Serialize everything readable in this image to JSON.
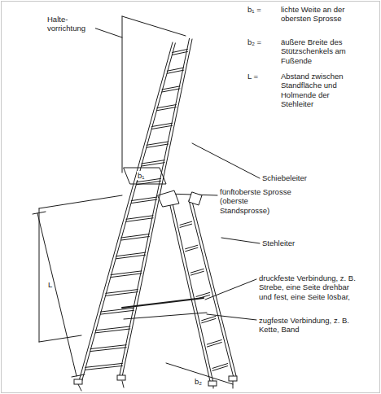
{
  "diagram": {
    "labels": [
      "Halte- vorrichtung",
      "b₁ =",
      "lichte Weite an der obersten Sprosse",
      "b₂ =",
      "äußere Breite des Stützschenkels am Fußende",
      "L =",
      "Abstand zwischen Standfläche und Holmende der Stehleiter",
      "b₁",
      "Schiebeleiter",
      "fünftoberste Sprosse (oberste Standsprosse)",
      "Stehleiter",
      "druckfeste Verbindung, z. B. Strebe, eine Seite drehbar und fest, eine Seite lösbar,",
      "zugfeste Verbindung, z. B. Kette, Band",
      "L",
      "b₂"
    ]
  }
}
